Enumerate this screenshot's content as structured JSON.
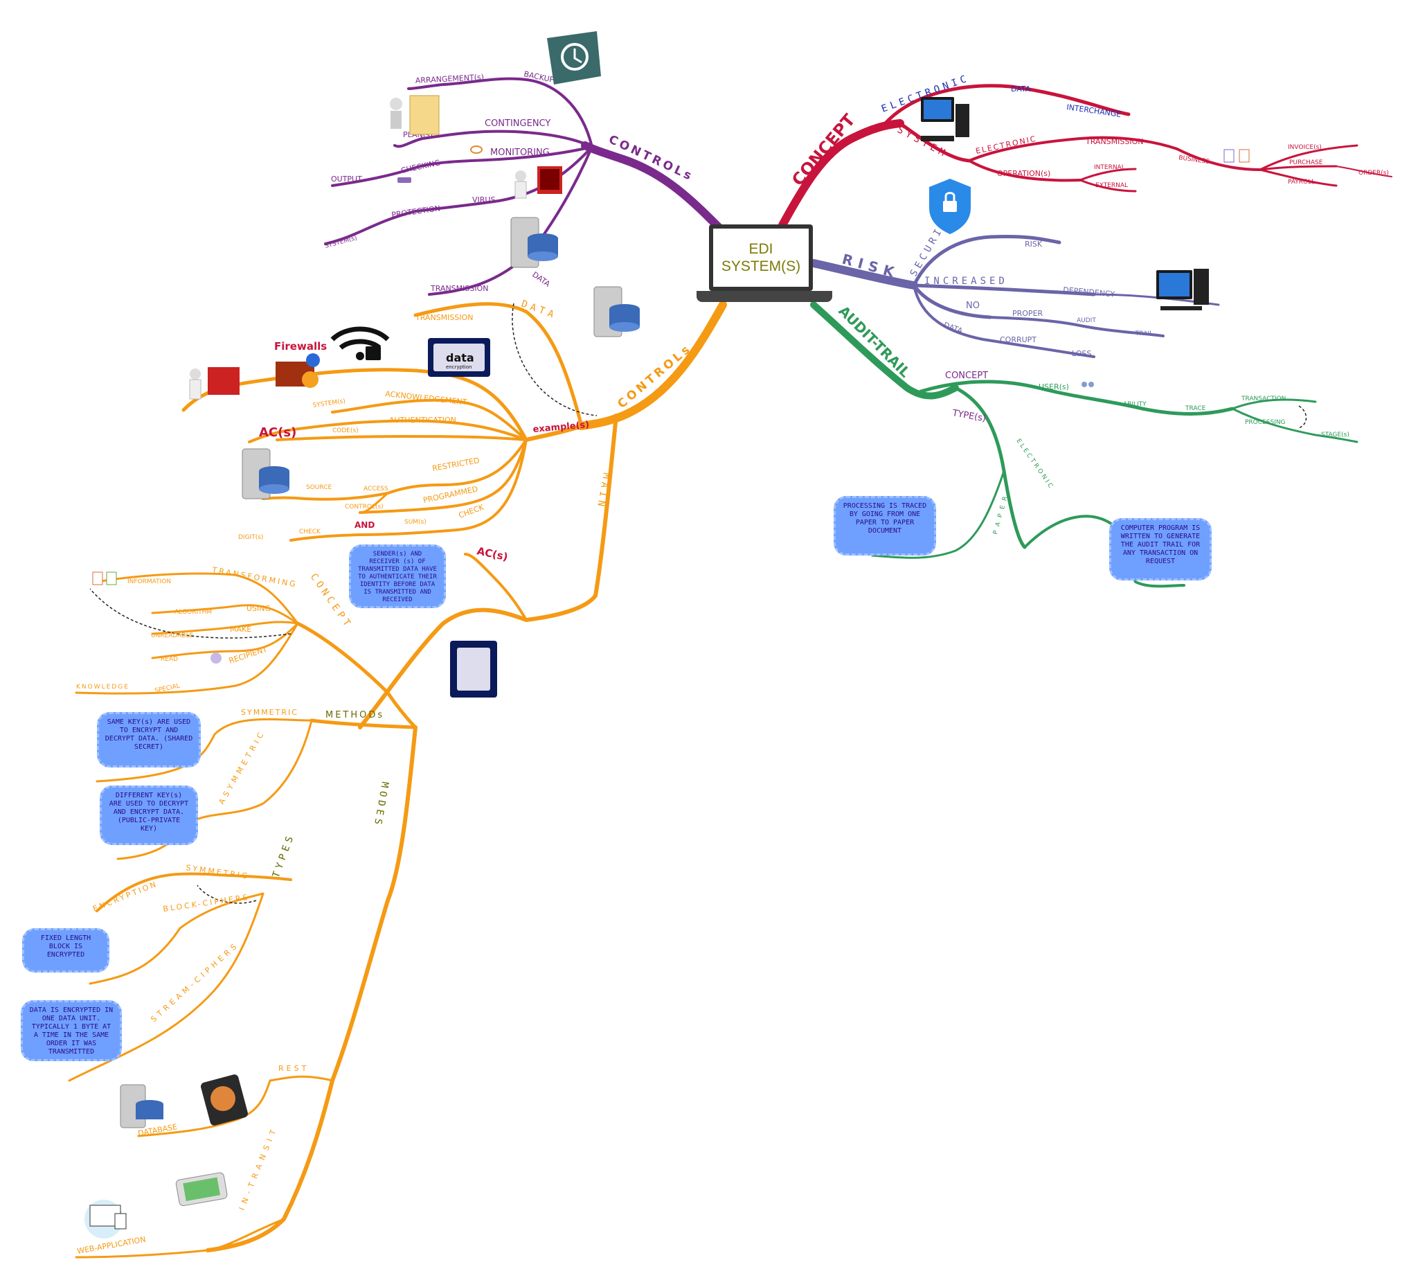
{
  "center": {
    "line1": "EDI",
    "line2": "SYSTEM(S)"
  },
  "colors": {
    "concept": "#c8143c",
    "risk": "#6a64a8",
    "audit": "#2e9a5a",
    "controls_top": "#7a2a8c",
    "controls_main": "#f59a14",
    "electronic_blue": "#1a2fb0"
  },
  "concept_branch": {
    "title": "CONCEPT",
    "electronic": "ELECTRONIC",
    "data": "DATA",
    "interchange": "INTERCHANGE",
    "system": "SYSTEM",
    "electronic2": "ELECTRONIC",
    "transmission": "TRANSMISSION",
    "business": "BUSINESS",
    "invoice": "INVOICE(s)",
    "purchase": "PURCHASE",
    "order": "ORDER(s)",
    "payroll": "PAYROLL",
    "operation": "OPERATION(s)",
    "internal": "INTERNAL",
    "external": "EXTERNAL"
  },
  "risk_branch": {
    "title": "RISK",
    "security": "SECURITY",
    "risk": "RISK",
    "increased": "INCREASED",
    "dependency": "DEPENDENCY",
    "no": "NO",
    "proper": "PROPER",
    "audit": "AUDIT",
    "trail": "TRAIL",
    "data": "DATA",
    "corrupt": "CORRUPT",
    "loss": "LOSS"
  },
  "audit_branch": {
    "title": "AUDIT-TRAIL",
    "concept": "CONCEPT",
    "users": "USER(s)",
    "ability": "ABILITY",
    "trace": "TRACE",
    "transaction": "TRANSACTION",
    "processing": "PROCESSING",
    "stages": "STAGE(s)",
    "types": "TYPE(s)",
    "paper": "PAPER",
    "electronic": "ELECTRONIC",
    "note_paper": "PROCESSING IS TRACED BY GOING FROM ONE PAPER TO PAPER DOCUMENT",
    "note_electronic": "COMPUTER PROGRAM IS WRITTEN TO GENERATE THE AUDIT TRAIL FOR ANY TRANSACTION ON REQUEST"
  },
  "controls_top": {
    "title": "CONTROLs",
    "backup": "BACKUP",
    "arrangements": "ARRANGEMENT(s)",
    "contingency": "CONTINGENCY",
    "plans": "PLAN(s)",
    "monitoring": "MONITORING",
    "checking": "CHECKING",
    "output": "OUTPUT",
    "virus": "VIRUS",
    "protection": "PROTECTION",
    "systems": "SYSTEM(s)",
    "data": "DATA",
    "transmission": "TRANSMISSION"
  },
  "controls_main": {
    "title": "CONTROLs",
    "data_transmission": "TRANSMISSION",
    "data_word": "DATA",
    "main_word": "MAIN",
    "firewalls": "Firewalls",
    "data_encryption": "data",
    "data_encryption_sub": "encryption",
    "systems": "SYSTEM(s)",
    "acknowledgement": "ACKNOWLEDGEMENT",
    "examples": "example(s)",
    "acs": "AC(s)",
    "codes": "CODE(s)",
    "authentication": "AUTHENTICATION",
    "restricted": "RESTRICTED",
    "source": "SOURCE",
    "access": "ACCESS",
    "controls_small": "CONTROL(s)",
    "programmed": "PROGRAMMED",
    "and": "AND",
    "check": "CHECK",
    "sums": "SUM(s)",
    "digits": "DIGIT(s)",
    "check2": "CHECK",
    "acs2": "AC(s)",
    "note_acs": "SENDER(s) AND RECEIVER (s) OF TRANSMITTED DATA HAVE TO AUTHENTICATE THEIR IDENTITY BEFORE DATA IS TRANSMITTED AND RECEIVED"
  },
  "encryption": {
    "concept": "CONCEPT",
    "transforming": "TRANSFORMING",
    "information": "INFORMATION",
    "using": "USING",
    "algorithm": "ALGORITHM",
    "make": "MAKE",
    "unreadable": "UNREADABLE",
    "recipient": "RECIPIENT",
    "read": "READ",
    "special": "SPECIAL",
    "knowledge": "KNOWLEDGE",
    "methods": "METHODs",
    "symmetric": "SYMMETRIC",
    "asymmetric": "ASYMMETRIC",
    "note_symmetric": "SAME KEY(s) ARE USED TO ENCRYPT AND DECRYPT DATA. (SHARED SECRET)",
    "note_asymmetric": "DIFFERENT KEY(s) ARE USED TO DECRYPT AND ENCRYPT DATA. (PUBLIC-PRIVATE KEY)",
    "types": "TYPES",
    "symmetric2": "SYMMETRIC",
    "encryption_word": "ENCRYPTION",
    "block_ciphers": "BLOCK-CIPHERS",
    "stream_ciphers": "STREAM-CIPHERS",
    "note_block": "FIXED LENGTH BLOCK IS ENCRYPTED",
    "note_stream": "DATA IS ENCRYPTED IN ONE DATA UNIT. TYPICALLY 1 BYTE AT A TIME IN THE SAME ORDER IT WAS TRANSMITTED",
    "modes": "MODES",
    "rest": "REST",
    "database": "DATABASE",
    "in_transit": "IN-TRANSIT",
    "web_application": "WEB-APPLICATION"
  }
}
